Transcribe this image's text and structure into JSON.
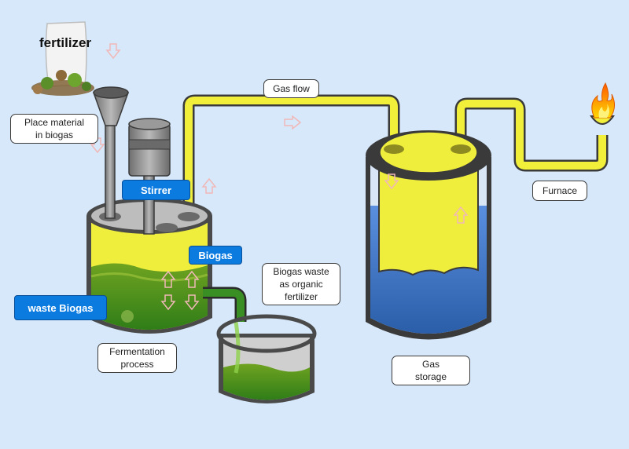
{
  "labels": {
    "fertilizer": "fertilizer",
    "place_material": "Place material\nin biogas",
    "stirrer": "Stirrer",
    "biogas": "Biogas",
    "waste_biogas": "waste Biogas",
    "fermentation": "Fermentation\nprocess",
    "biogas_waste": "Biogas waste\nas organic\nfertilizer",
    "gas_flow": "Gas flow",
    "gas_storage": "Gas\nstorage",
    "furnace": "Furnace"
  },
  "colors": {
    "background": "#d6e8fa",
    "pipe_yellow": "#f2ef3a",
    "slurry_green": "#3f8f1f",
    "water_blue": "#4a7fcf",
    "tank_gray": "#8c8c8c",
    "label_blue": "#0b7be0",
    "flame": "#ff8a00"
  }
}
